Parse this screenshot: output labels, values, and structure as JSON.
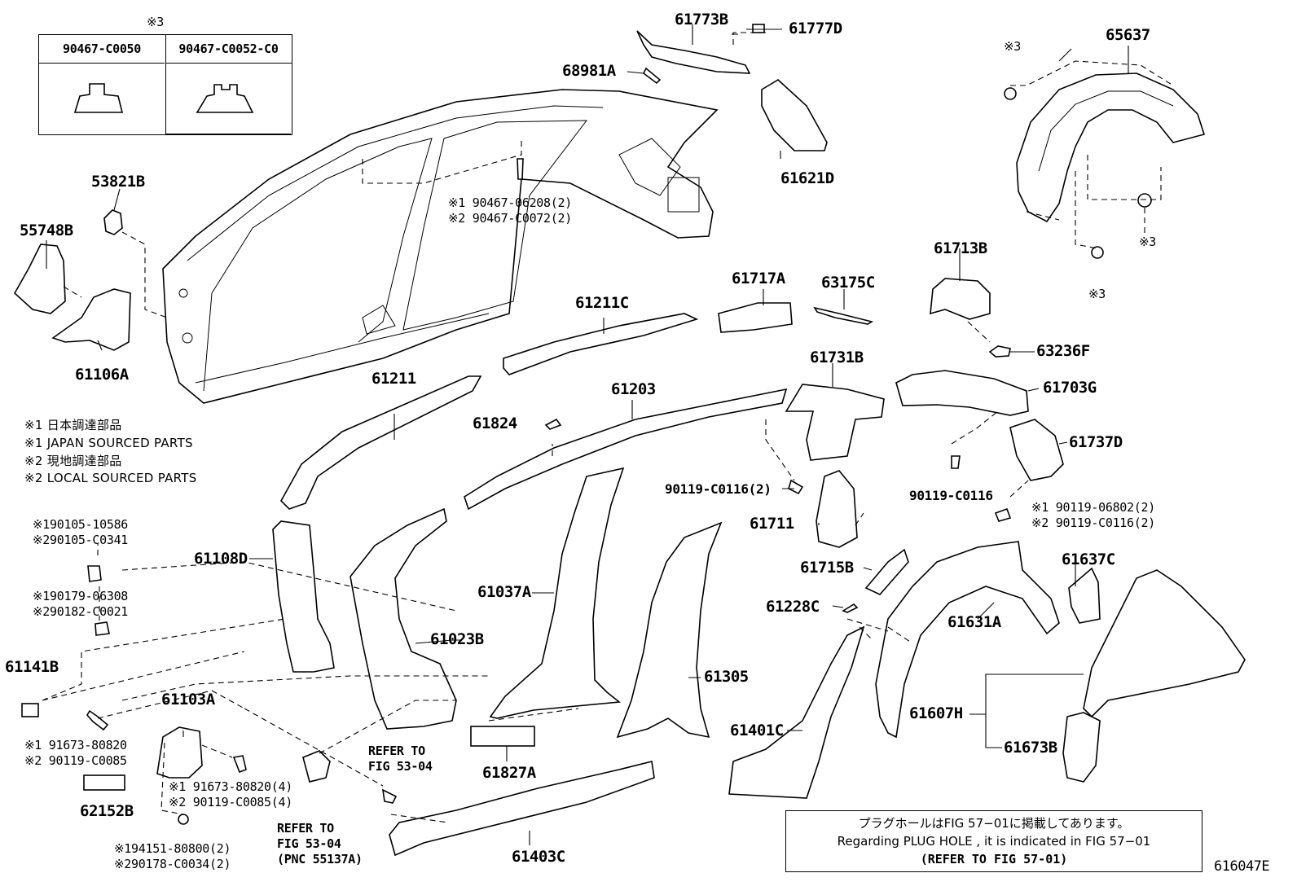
{
  "figure_id": "616047E",
  "clip_table": {
    "note_mark": "※3",
    "col1": "90467-C0050",
    "col2": "90467-C0052-C0"
  },
  "notes": [
    "※1 日本調達部品",
    "※1 JAPAN SOURCED PARTS",
    "※2 現地調達部品",
    "※2 LOCAL SOURCED PARTS"
  ],
  "plug_hole": {
    "jp": "プラグホールはFIG 57−01に掲載してあります。",
    "en": "Regarding PLUG HOLE , it is indicated in FIG 57−01",
    "ref": "(REFER TO FIG 57-01)"
  },
  "labels": {
    "p53821B": "53821B",
    "p55748B": "55748B",
    "p61106A": "61106A",
    "p61773B": "61773B",
    "p61777D": "61777D",
    "p68981A": "68981A",
    "p61621D": "61621D",
    "p65637": "65637",
    "p61713B": "61713B",
    "p63236F": "63236F",
    "p61717A": "61717A",
    "p63175C": "63175C",
    "p61211C": "61211C",
    "p61211": "61211",
    "p61203": "61203",
    "p61731B": "61731B",
    "p61703G": "61703G",
    "p61737D": "61737D",
    "p61824": "61824",
    "p61711": "61711",
    "p61715B": "61715B",
    "p61228C": "61228C",
    "p61631A": "61631A",
    "p61637C": "61637C",
    "p61607H": "61607H",
    "p61673B": "61673B",
    "p61108D": "61108D",
    "p61037A": "61037A",
    "p61023B": "61023B",
    "p61305": "61305",
    "p61141B": "61141B",
    "p61103A": "61103A",
    "p62152B": "62152B",
    "p61827A": "61827A",
    "p61401C": "61401C",
    "p61403C": "61403C",
    "p90119_C0116_2": "90119-C0116(2)",
    "p90119_C0116": "90119-C0116"
  },
  "multi": {
    "roof_bolt": [
      "※1 90467-06208(2)",
      "※2 90467-C0072(2)"
    ],
    "rear_bolt": [
      "※1 90119-06802(2)",
      "※2 90119-C0116(2)"
    ],
    "clip_a": [
      "※190105-10586",
      "※290105-C0341"
    ],
    "clip_b": [
      "※190179-06308",
      "※290182-C0021"
    ],
    "bolt_a": [
      "※1 91673-80820",
      "※2 90119-C0085"
    ],
    "bolt_b": [
      "※1 91673-80820(4)",
      "※2 90119-C0085(4)"
    ],
    "nut_a": [
      "※194151-80800(2)",
      "※290178-C0034(2)"
    ],
    "refer_a": [
      "REFER TO",
      "FIG 53-04"
    ],
    "refer_b": [
      "REFER TO",
      "FIG 53-04",
      "(PNC 55137A)"
    ]
  },
  "marks": {
    "m3a": "※3",
    "m3b": "※3",
    "m3c": "※3"
  }
}
